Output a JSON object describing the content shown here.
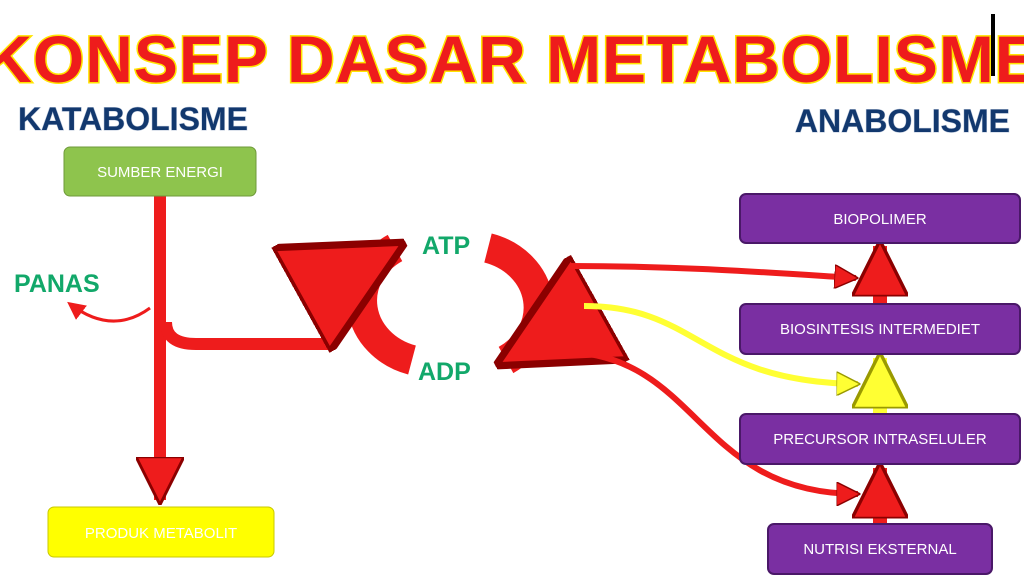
{
  "title": "KONSEP DASAR METABOLISME",
  "left_heading": "KATABOLISME",
  "right_heading": "ANABOLISME",
  "heat_label": "PANAS",
  "atp_label": "ATP",
  "adp_label": "ADP",
  "boxes": {
    "energy_source": "SUMBER ENERGI",
    "metabolite_product": "PRODUK METABOLIT",
    "biopolymer": "BIOPOLIMER",
    "intermediate_biosynthesis": "BIOSINTESIS INTERMEDIET",
    "intracellular_precursor": "PRECURSOR INTRASELULER",
    "external_nutrition": "NUTRISI EKSTERNAL"
  },
  "colors": {
    "title": "#ee1c1c",
    "heading": "#12386e",
    "teal_label": "#12a86a",
    "flow_red": "#ee1c1c",
    "flow_yellow": "#ffff33",
    "green_box": "#8ec44d",
    "yellow_box": "#ffff00",
    "purple_box": "#7a2fa2"
  }
}
